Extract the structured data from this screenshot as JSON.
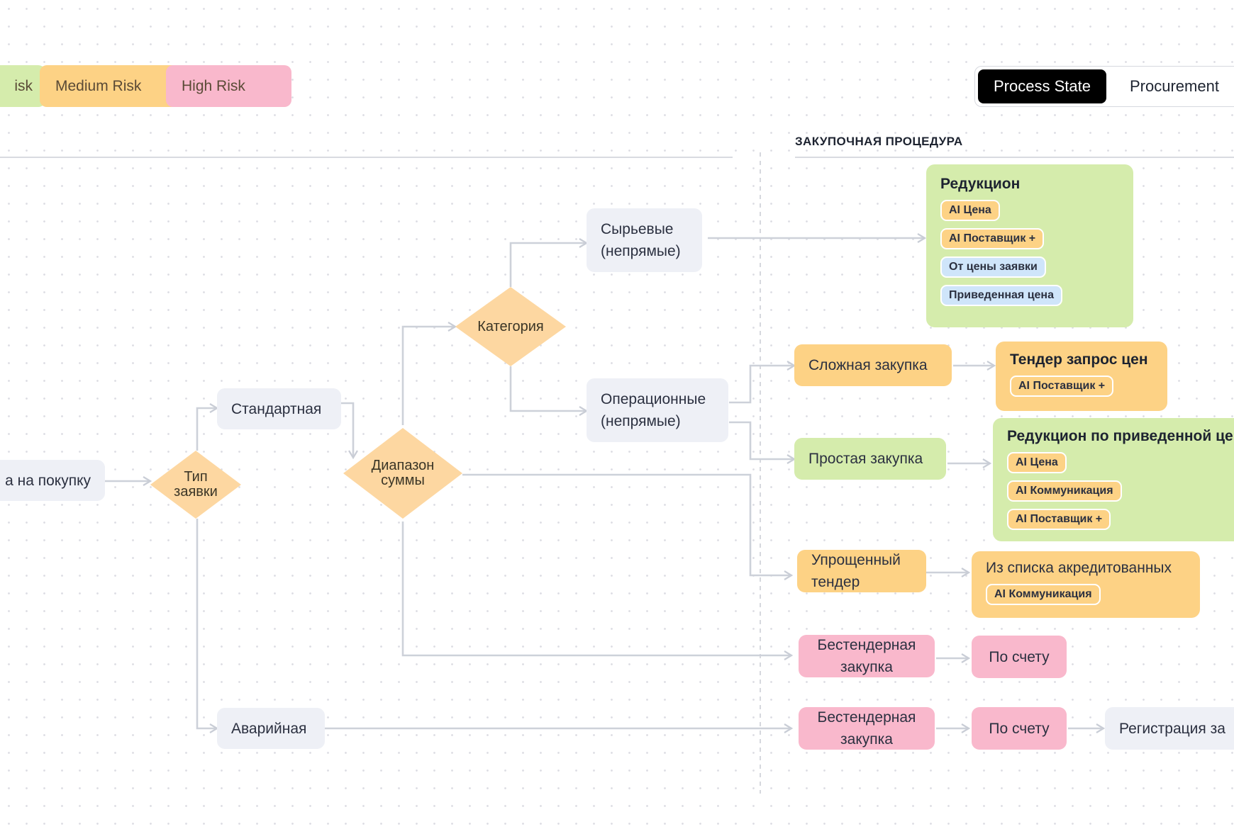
{
  "legend": [
    {
      "label": "isk",
      "color": "#d5ecac"
    },
    {
      "label": "Medium Risk",
      "color": "#fdd285"
    },
    {
      "label": "High Risk",
      "color": "#f9b8cc"
    }
  ],
  "view_toggle": {
    "active": "Process State",
    "inactive": "Procurement"
  },
  "section_title": "ЗАКУПОЧНАЯ ПРОЦЕДУРА",
  "nodes": {
    "request": "а на покупку",
    "type_decision": "Тип\nзаявки",
    "standard": "Стандартная",
    "emergency": "Аварийная",
    "amount_decision": "Диапазон\nсуммы",
    "category_decision": "Категория",
    "raw": "Сырьевые\n(непрямые)",
    "operational": "Операционные\n(непрямые)",
    "complex": "Сложная закупка",
    "simple": "Простая закупка",
    "simplified_tender": "Упрощенный\nтендер",
    "no_tender_1": "Бестендерная\nзакупка",
    "no_tender_2": "Бестендерная\nзакупка",
    "by_invoice_1": "По счету",
    "by_invoice_2": "По счету",
    "registration": "Регистрация за"
  },
  "groups": {
    "reduction": {
      "title": "Редукцион",
      "tags": [
        {
          "label": "AI Цена",
          "color": "#fdd285"
        },
        {
          "label": "AI Поставщик +",
          "color": "#fdd285"
        },
        {
          "label": "От цены заявки",
          "color": "#cfe5fa"
        },
        {
          "label": "Приведенная цена",
          "color": "#cfe5fa"
        }
      ]
    },
    "tender": {
      "title": "Тендер запрос цен",
      "tags": [
        {
          "label": "AI Поставщик +",
          "color": "#fdd285"
        }
      ]
    },
    "reduction_adjusted": {
      "title": "Редукцион по  приведенной це",
      "tags": [
        {
          "label": "AI Цена",
          "color": "#fdd285"
        },
        {
          "label": "AI Коммуникация",
          "color": "#fdd285"
        },
        {
          "label": "AI Поставщик +",
          "color": "#fdd285"
        }
      ]
    },
    "accredited": {
      "title": "Из списка акредитованных",
      "tags": [
        {
          "label": "AI Коммуникация",
          "color": "#fdd285"
        }
      ]
    }
  }
}
